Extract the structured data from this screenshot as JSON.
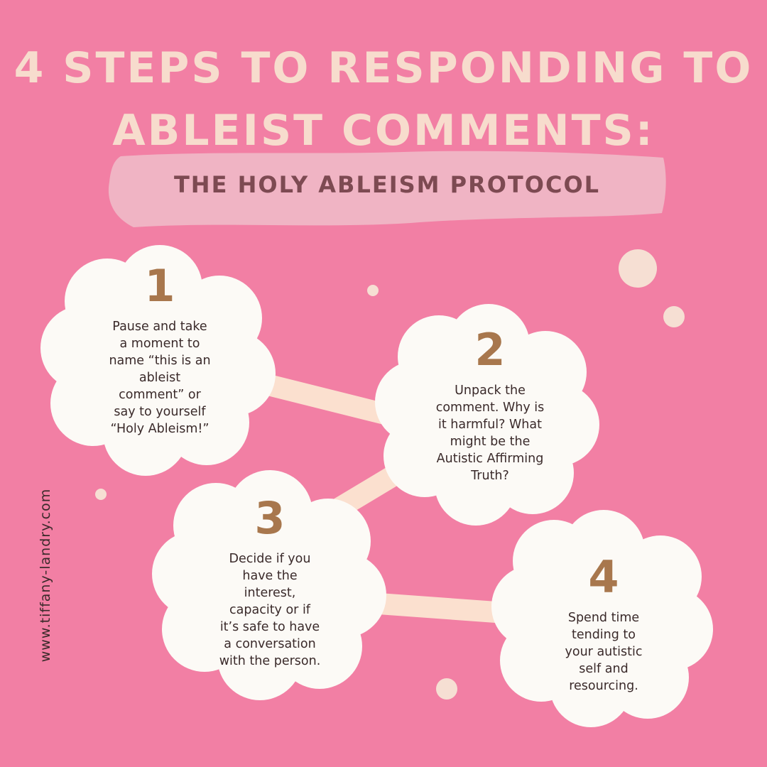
{
  "title": {
    "line1": "4 STEPS TO RESPONDING TO",
    "line2": "ABLEIST COMMENTS:"
  },
  "subtitle": "THE HOLY ABLEISM PROTOCOL",
  "steps": [
    {
      "number": "1",
      "text": "Pause and take\na moment to\nname “this is an\nableist\ncomment” or\nsay to yourself\n“Holy Ableism!”"
    },
    {
      "number": "2",
      "text": "Unpack the\ncomment.  Why is\nit harmful? What\nmight be the\nAutistic Affirming\nTruth?"
    },
    {
      "number": "3",
      "text": "Decide if you\nhave the\ninterest,\ncapacity  or if\nit’s safe to have\na conversation\nwith the person."
    },
    {
      "number": "4",
      "text": "Spend time\ntending to\nyour autistic\nself and\nresourcing."
    }
  ],
  "website": "www.tiffany-landry.com",
  "colors": {
    "background": "#f27fa4",
    "title": "#f7dccd",
    "brush": "#f0b4c4",
    "subtitle": "#7d4a52",
    "cloud": "#fcfaf6",
    "connector": "#fbe0cf",
    "number": "#a8774d",
    "body_text": "#3a2a2a",
    "dots": "#f6dfd3"
  }
}
